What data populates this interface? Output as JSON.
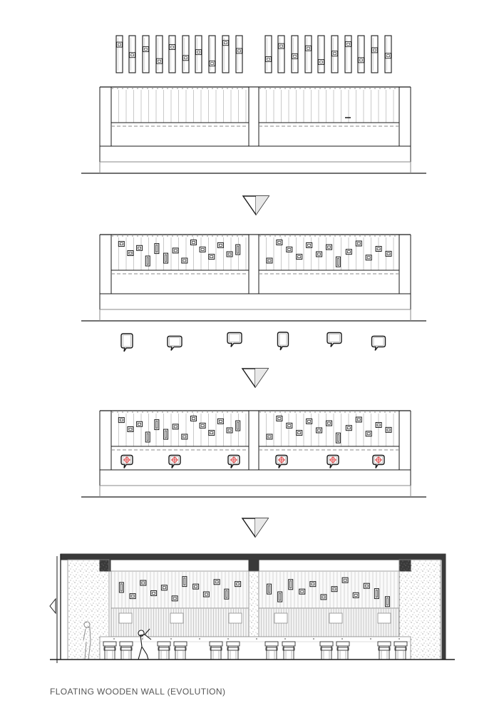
{
  "caption": "FLOATING WOODEN WALL (EVOLUTION)",
  "colors": {
    "line": "#1a1a1a",
    "grey": "#8a8a8a",
    "light": "#bdbdbd",
    "accent": "#d93030",
    "beam": "#3a3a3a",
    "stipple": "#7a7a7a"
  },
  "stages": [
    {
      "id": "stage-1-planks-separated",
      "elements": [
        "exploded-planks",
        "elevation-frame",
        "vertical-slats"
      ]
    },
    {
      "id": "stage-2-planks-with-frames",
      "elements": [
        "elevation-frame",
        "vertical-slats",
        "picture-frames"
      ]
    },
    {
      "id": "stage-3-speech-bubbles",
      "elements": [
        "speech-bubble-icons",
        "elevation-frame",
        "vertical-slats",
        "picture-frames",
        "bubble-frames"
      ]
    },
    {
      "id": "stage-4-final-elevation",
      "elements": [
        "beam",
        "stipple-walls",
        "vertical-slats",
        "picture-frames",
        "bubble-frames",
        "furniture",
        "human-figures"
      ]
    }
  ],
  "icons": {
    "arrow": "triangle-down-icon",
    "bubble": "speech-bubble-icon",
    "target": "crosshair-icon",
    "person": "human-figure-icon",
    "chair": "chair-icon"
  }
}
